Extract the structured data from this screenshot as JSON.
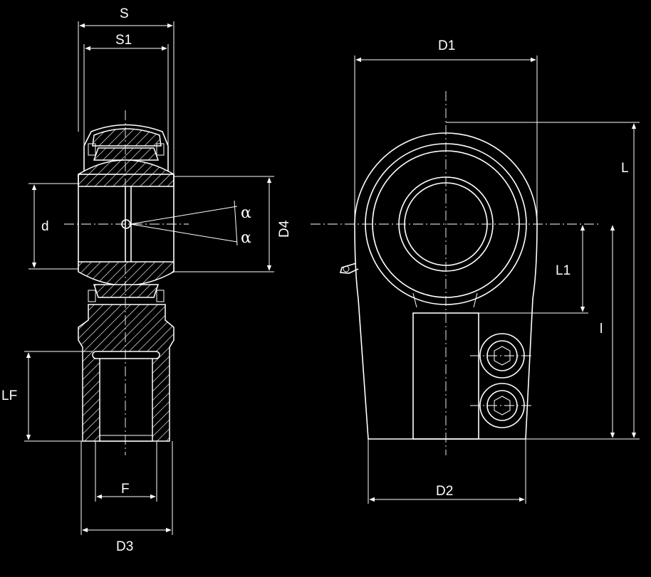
{
  "labels": {
    "S": "S",
    "S1": "S1",
    "d": "d",
    "alpha_top": "α",
    "alpha_bottom": "α",
    "D4": "D4",
    "LF": "LF",
    "F": "F",
    "D3": "D3",
    "D1": "D1",
    "L": "L",
    "L1": "L1",
    "l": "l",
    "D2": "D2"
  }
}
